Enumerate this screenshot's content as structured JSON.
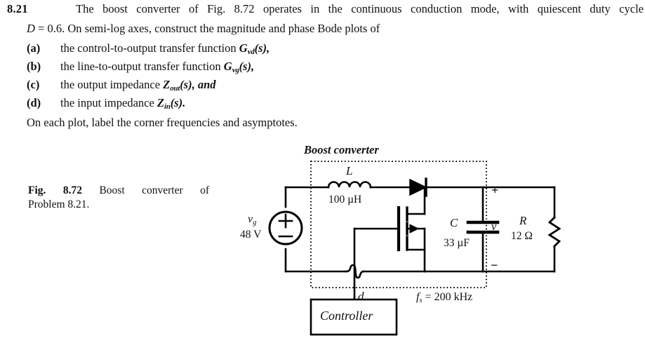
{
  "problem": {
    "number": "8.21",
    "intro": "The boost converter of Fig. 8.72 operates in the continuous conduction mode, with quiescent duty cycle",
    "duty_line_prefix": "D",
    "duty_line_rest": "= 0.6. On semi-log axes, construct the magnitude and phase Bode plots of",
    "items": [
      {
        "label": "(a)",
        "text_before": "the control-to-output transfer function ",
        "sym": "G",
        "sub": "vd",
        "text_after": "(s),"
      },
      {
        "label": "(b)",
        "text_before": "the line-to-output transfer function ",
        "sym": "G",
        "sub": "vg",
        "text_after": "(s),"
      },
      {
        "label": "(c)",
        "text_before": "the output impedance ",
        "sym": "Z",
        "sub": "out",
        "text_after": "(s), and"
      },
      {
        "label": "(d)",
        "text_before": "the input impedance ",
        "sym": "Z",
        "sub": "in",
        "text_after": "(s)."
      }
    ],
    "footer": "On each plot, label the corner frequencies and asymptotes."
  },
  "figure": {
    "caption_bold": "Fig. 8.72",
    "caption_rest_line1": "Boost converter of",
    "caption_line2": "Problem 8.21.",
    "boundary_label": "Boost converter",
    "inductor": {
      "symbol": "L",
      "value": "100 µH"
    },
    "capacitor": {
      "symbol": "C",
      "value": "33 µF"
    },
    "resistor": {
      "symbol": "R",
      "value": "12 Ω"
    },
    "source": {
      "symbol": "v",
      "sub": "g",
      "value": "48 V",
      "plus": "+",
      "minus": "−"
    },
    "output": {
      "plus": "+",
      "minus": "−",
      "symbol": "v"
    },
    "duty_signal": "d",
    "switching_freq": {
      "sym": "f",
      "sub": "s",
      "rest": "= 200 kHz"
    },
    "controller_label": "Controller"
  },
  "colors": {
    "ink": "#111111",
    "paper": "#ffffff",
    "wire": "#000000"
  }
}
